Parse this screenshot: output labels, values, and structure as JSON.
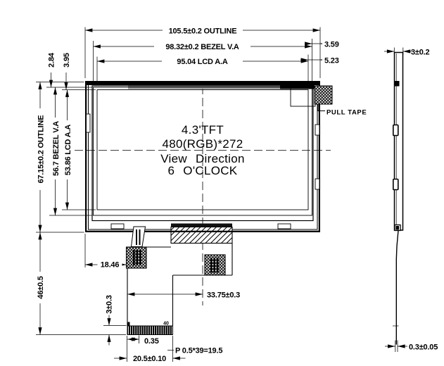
{
  "front": {
    "title_lines": {
      "l1": "4.3'TFT",
      "l2": "480(RGB)*272",
      "l3": "View Direction",
      "l4": "6 O'CLOCK"
    }
  },
  "dims": {
    "h_outline": "105.5±0.2 OUTLINE",
    "h_bezel": "98.32±0.2 BEZEL V.A",
    "h_lcd": "95.04 LCD A.A",
    "m_bezel_r": "3.59",
    "m_lcd_r": "5.23",
    "v_outline": "67.15±0.2 OUTLINE",
    "v_bezel": "56.7 BEZEL V.A",
    "v_lcd": "53.86 LCD A.A",
    "m_bezel_t": "2.84",
    "m_lcd_t": "3.95",
    "fpc_len": "46±0.5",
    "conn_h": "3±0.3",
    "fpc_left": "18.46",
    "fpc_center": "33.75±0.3",
    "pin_w": "0.35",
    "pitch": "P 0.5*39=19.5",
    "conn_w": "20.5±0.10",
    "pin40": "40",
    "thickness": "3±0.2",
    "fpc_thk": "0.3±0.05"
  },
  "labels": {
    "pull_tape": "PULL TAPE"
  }
}
